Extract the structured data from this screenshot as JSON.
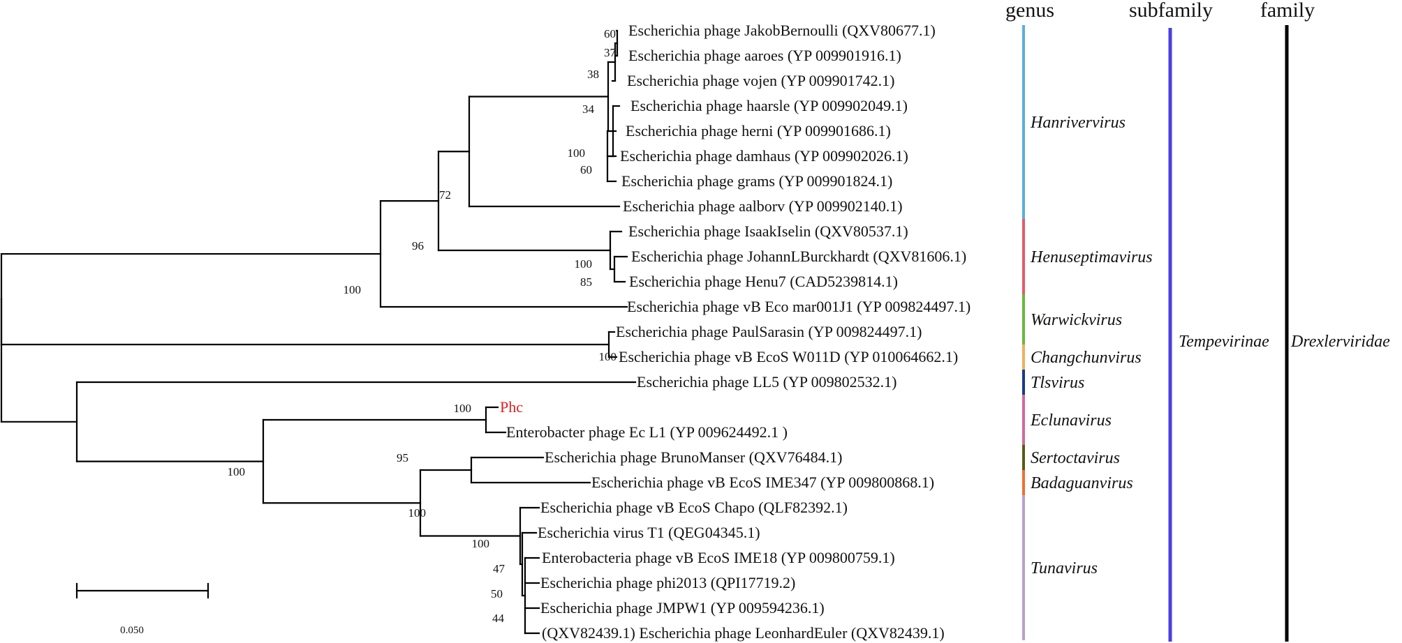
{
  "headers": {
    "genus": "genus",
    "subfamily": "subfamily",
    "family": "family"
  },
  "colors": {
    "branch": "#000000",
    "highlight": "#e02020",
    "subfamily_bar": "#4a3fe0",
    "family_bar": "#000000"
  },
  "leaves": [
    "Escherichia phage JakobBernoulli (QXV80677.1)",
    "Escherichia phage aaroes (YP 009901916.1)",
    "Escherichia phage vojen (YP 009901742.1)",
    "Escherichia phage haarsle (YP 009902049.1)",
    "Escherichia phage herni  (YP 009901686.1)",
    "Escherichia phage damhaus (YP 009902026.1)",
    "Escherichia phage grams (YP 009901824.1)",
    "Escherichia phage aalborv (YP 009902140.1)",
    "Escherichia phage IsaakIselin (QXV80537.1)",
    "Escherichia phage JohannLBurckhardt  (QXV81606.1)",
    "Escherichia phage Henu7 (CAD5239814.1)",
    "Escherichia phage vB Eco mar001J1 (YP 009824497.1)",
    "Escherichia phage PaulSarasin (YP 009824497.1)",
    "Escherichia phage vB EcoS W011D (YP 010064662.1)",
    "Escherichia phage LL5  (YP 009802532.1)",
    "Phc",
    "Enterobacter phage Ec L1 (YP 009624492.1 )",
    "Escherichia phage BrunoManser (QXV76484.1)",
    "Escherichia phage vB EcoS IME347 (YP 009800868.1)",
    "Escherichia phage vB EcoS Chapo (QLF82392.1)",
    "Escherichia virus T1 (QEG04345.1)",
    "Enterobacteria phage vB EcoS IME18 (YP 009800759.1)",
    "Escherichia phage phi2013 (QPI17719.2)",
    "Escherichia phage JMPW1 (YP 009594236.1)",
    "(QXV82439.1) Escherichia phage LeonhardEuler (QXV82439.1)"
  ],
  "bootstrap": [
    "60",
    "37",
    "38",
    "34",
    "100",
    "60",
    "72",
    "96",
    "100",
    "100",
    "85",
    "100",
    "100",
    "100",
    "95",
    "100",
    "100",
    "47",
    "50",
    "44"
  ],
  "genera": [
    {
      "name": "Hanrivervirus",
      "color": "#5aaee0",
      "from": 0,
      "to": 7
    },
    {
      "name": "Henuseptimavirus",
      "color": "#e45a6a",
      "from": 8,
      "to": 10
    },
    {
      "name": "Warwickvirus",
      "color": "#6ab83a",
      "from": 11,
      "to": 12
    },
    {
      "name": "Changchunvirus",
      "color": "#f0b060",
      "from": 13,
      "to": 13
    },
    {
      "name": "Tlsvirus",
      "color": "#1a3a8a",
      "from": 14,
      "to": 14
    },
    {
      "name": "Eclunavirus",
      "color": "#d06aa0",
      "from": 15,
      "to": 16
    },
    {
      "name": "Sertoctavirus",
      "color": "#5a5a1a",
      "from": 17,
      "to": 17
    },
    {
      "name": "Badaguanvirus",
      "color": "#f07030",
      "from": 18,
      "to": 18
    },
    {
      "name": "Tunavirus",
      "color": "#b8a0d0",
      "from": 19,
      "to": 24
    }
  ],
  "subfamily": "Tempevirinae",
  "family": "Drexlerviridae",
  "scale_bar": {
    "value": 0.05,
    "label": "0.050"
  }
}
